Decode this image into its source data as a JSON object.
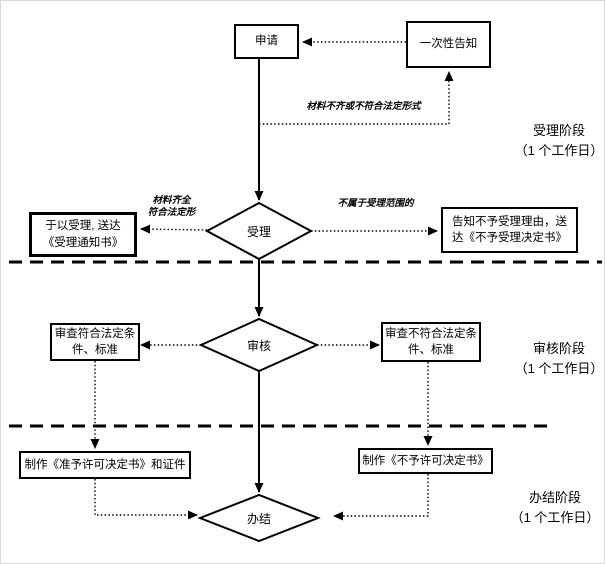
{
  "diagram": {
    "colors": {
      "line": "#000000",
      "background": "#ffffff"
    },
    "nodes": {
      "apply": "申请",
      "one_time_notice": "一次性告知",
      "accept": "受理",
      "review": "审核",
      "complete": "办结",
      "accept_yes": "于以受理, 送达\n《受理通知书》",
      "accept_no": "告知不予受理理由，送\n达《不予受理决定书》",
      "review_pass": "审查符合法定条\n件、标准",
      "review_fail": "审查不符合法定条\n件、标准",
      "make_permit": "制作《准予许可决定书》和证件",
      "make_denial": "制作《不予许可决定书》"
    },
    "edge_labels": {
      "materials_incomplete": "材料不齐或不符合法定形式",
      "materials_ok": "材料齐全\n符合法定形",
      "out_of_scope": "不属于受理范围的"
    },
    "stages": [
      {
        "name": "受理阶段",
        "duration": "（1 个工作日）"
      },
      {
        "name": "审核阶段",
        "duration": "（1 个工作日）"
      },
      {
        "name": "办结阶段",
        "duration": "（1 个工作日）"
      }
    ]
  }
}
